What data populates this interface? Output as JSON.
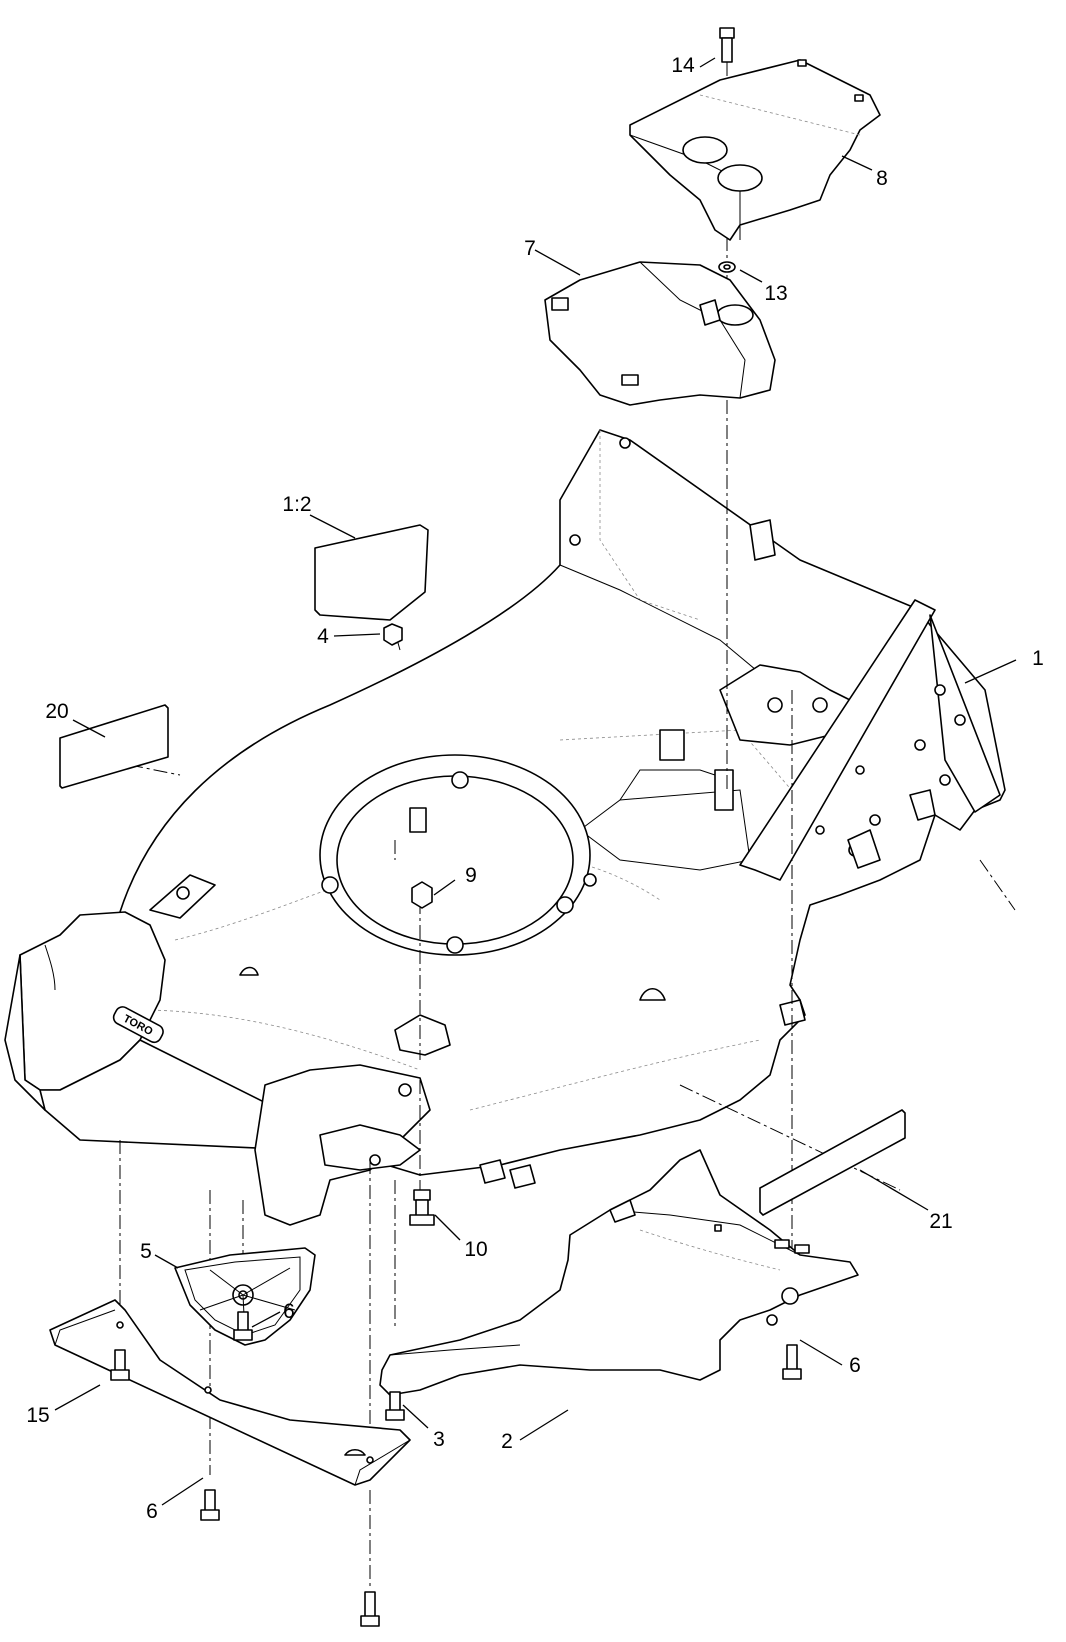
{
  "callouts": [
    {
      "id": "c14",
      "label": "14"
    },
    {
      "id": "c8",
      "label": "8"
    },
    {
      "id": "c7",
      "label": "7"
    },
    {
      "id": "c13",
      "label": "13"
    },
    {
      "id": "c12",
      "label": "1:2"
    },
    {
      "id": "c4",
      "label": "4"
    },
    {
      "id": "c1",
      "label": "1"
    },
    {
      "id": "c20",
      "label": "20"
    },
    {
      "id": "c9",
      "label": "9"
    },
    {
      "id": "c21",
      "label": "21"
    },
    {
      "id": "c10",
      "label": "10"
    },
    {
      "id": "c5",
      "label": "5"
    },
    {
      "id": "c6a",
      "label": "6"
    },
    {
      "id": "c6b",
      "label": "6"
    },
    {
      "id": "c15",
      "label": "15"
    },
    {
      "id": "c3",
      "label": "3"
    },
    {
      "id": "c2",
      "label": "2"
    },
    {
      "id": "c6c",
      "label": "6"
    }
  ],
  "brand_logo_text": "TORO",
  "colors": {
    "line": "#000000",
    "background": "#ffffff",
    "hidden_line": "#8a8a8a"
  }
}
